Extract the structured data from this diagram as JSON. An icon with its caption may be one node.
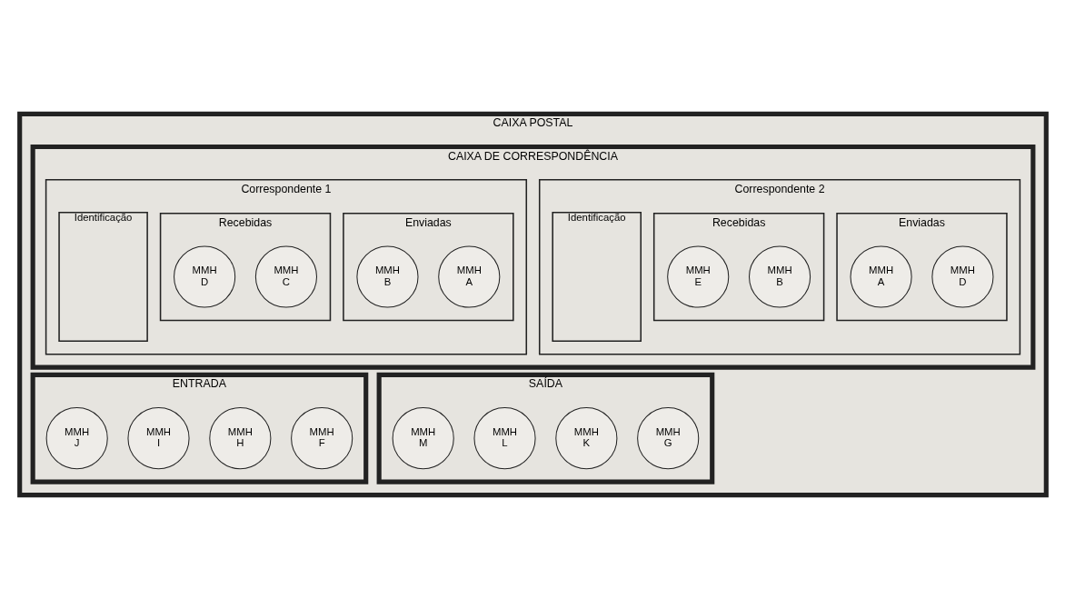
{
  "diagram": {
    "nodes": [
      {
        "text": [
          "CAIXA POSTAL"
        ]
      },
      {
        "text": [
          "CAIXA DE CORRESPONDÊNCIA"
        ],
        "in": 0
      },
      {
        "text": [
          "Correspondente 1"
        ],
        "in": 1
      },
      {
        "text": [
          "Identificação"
        ],
        "in": 2
      },
      {
        "text": [
          "Enviadas"
        ],
        "in": 2
      },
      {
        "text": [
          "MMH A"
        ],
        "in": 4
      },
      {
        "text": [
          "MMH B"
        ],
        "in": 4
      },
      {
        "text": [
          "Recebidas"
        ],
        "in": 2
      },
      {
        "text": [
          "MMH C"
        ],
        "in": 7
      },
      {
        "text": [
          "MMH D"
        ],
        "in": 7
      },
      {
        "text": [
          "Correspondente 2"
        ],
        "in": 1
      },
      {
        "text": [
          "Identificação"
        ],
        "in": 10
      },
      {
        "text": [
          "Enviadas"
        ],
        "in": 10
      },
      {
        "text": [
          "MMH D"
        ],
        "in": 12
      },
      {
        "text": [
          "MMH A"
        ],
        "in": 12
      },
      {
        "text": [
          "Recebidas"
        ],
        "in": 10
      },
      {
        "text": [
          "MMH B"
        ],
        "in": 15
      },
      {
        "text": [
          "MMH E"
        ],
        "in": 15
      },
      {
        "text": [
          "ENTRADA"
        ],
        "in": 0
      },
      {
        "text": [
          "MMH F"
        ],
        "in": 18
      },
      {
        "text": [
          "MMH H"
        ],
        "in": 18
      },
      {
        "text": [
          "MMH I"
        ],
        "in": 18
      },
      {
        "text": [
          "MMH J"
        ],
        "in": 18
      },
      {
        "text": [
          "SAÍDA"
        ],
        "in": 0
      },
      {
        "text": [
          "MMH G"
        ],
        "in": 23
      },
      {
        "text": [
          "MMH K"
        ],
        "in": 23
      },
      {
        "text": [
          "MMH L"
        ],
        "in": 23
      },
      {
        "text": [
          "MMH M"
        ],
        "in": 23
      }
    ],
    "edges": []
  }
}
